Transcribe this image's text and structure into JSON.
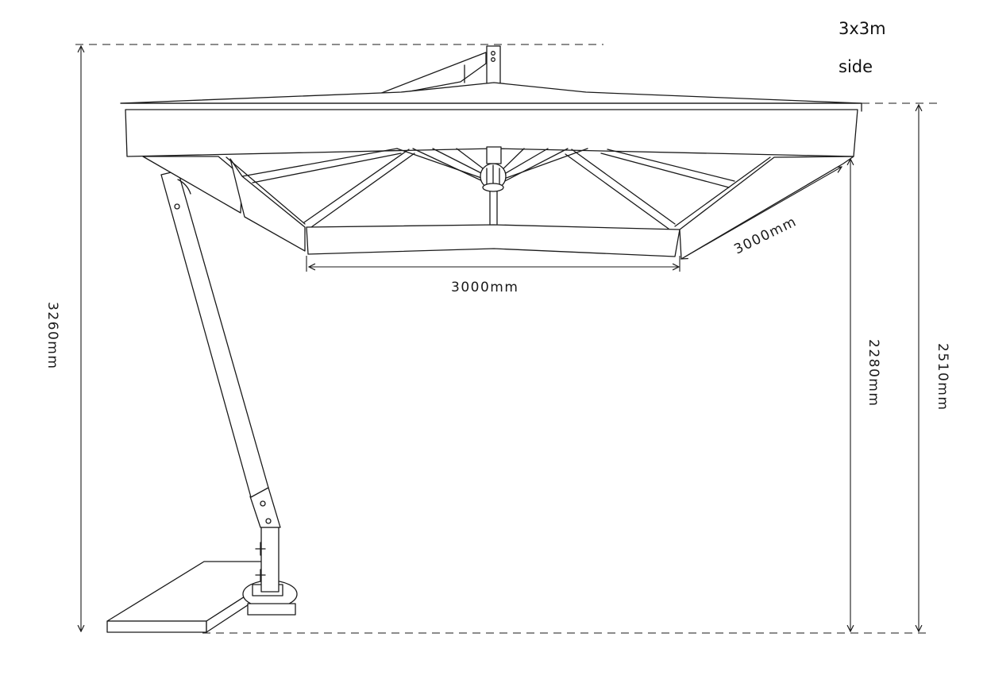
{
  "caption": {
    "size": "3x3m",
    "view": "side"
  },
  "dimensions": {
    "canopy_front_width": "3000mm",
    "canopy_side_depth": "3000mm",
    "total_height": "3260mm",
    "clearance_height": "2280mm",
    "canopy_edge_height": "2510mm"
  }
}
